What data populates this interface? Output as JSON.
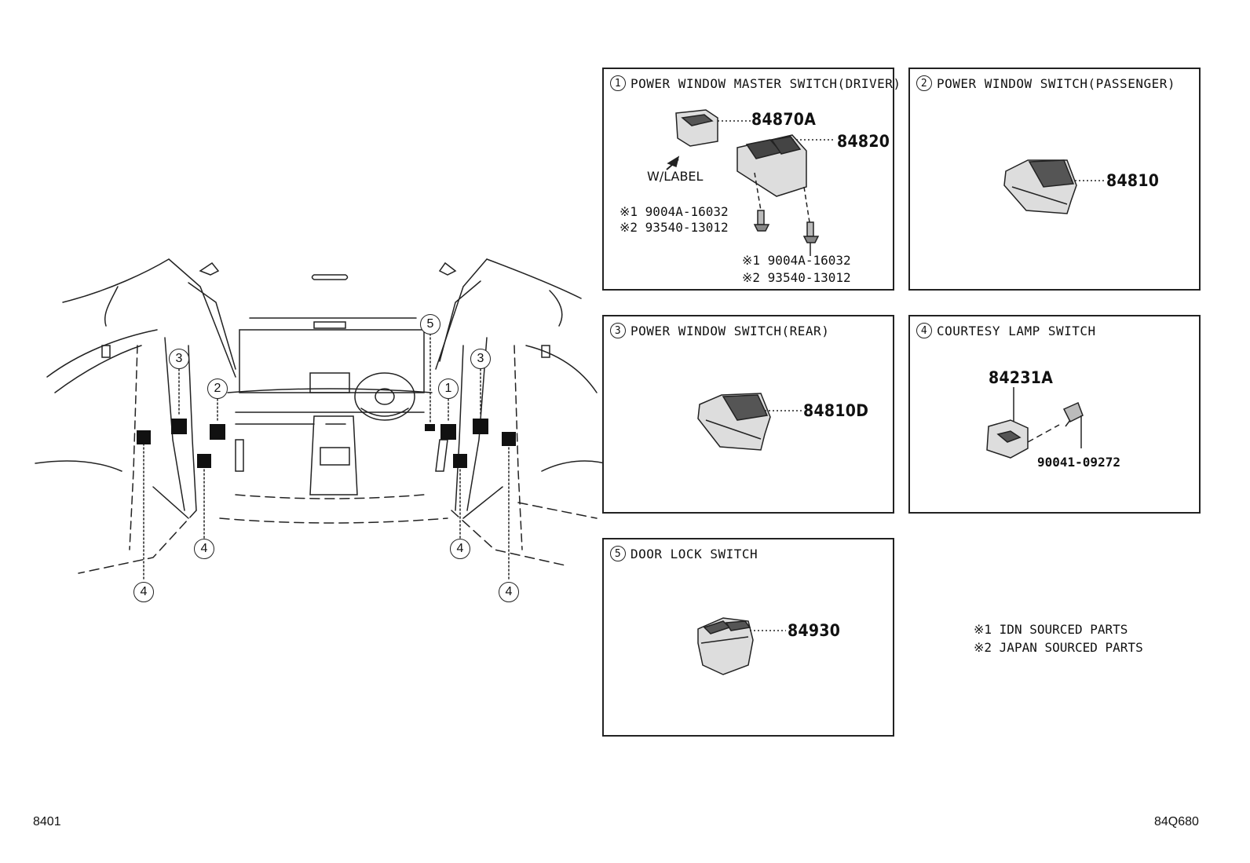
{
  "panels": {
    "p1": {
      "num": "1",
      "title": "POWER WINDOW MASTER SWITCH(DRIVER)",
      "parts": {
        "a": "84870A",
        "b": "84820"
      },
      "wlabel": "W/LABEL",
      "screw_left": {
        "l1": "※1 9004A-16032",
        "l2": "※2 93540-13012"
      },
      "screw_right": {
        "l1": "※1  9004A-16032",
        "l2": "※2  93540-13012"
      }
    },
    "p2": {
      "num": "2",
      "title": "POWER WINDOW SWITCH(PASSENGER)",
      "part": "84810"
    },
    "p3": {
      "num": "3",
      "title": "POWER WINDOW SWITCH(REAR)",
      "part": "84810D"
    },
    "p4": {
      "num": "4",
      "title": "COURTESY LAMP SWITCH",
      "part_a": "84231A",
      "part_b": "90041-09272"
    },
    "p5": {
      "num": "5",
      "title": "DOOR LOCK SWITCH",
      "part": "84930"
    }
  },
  "notes": {
    "n1": "※1  IDN SOURCED PARTS",
    "n2": "※2  JAPAN SOURCED PARTS"
  },
  "callouts": {
    "c1": "1",
    "c2": "2",
    "c3": "3",
    "c4": "4",
    "c5": "5"
  },
  "footer": {
    "left": "8401",
    "right": "84Q680"
  }
}
